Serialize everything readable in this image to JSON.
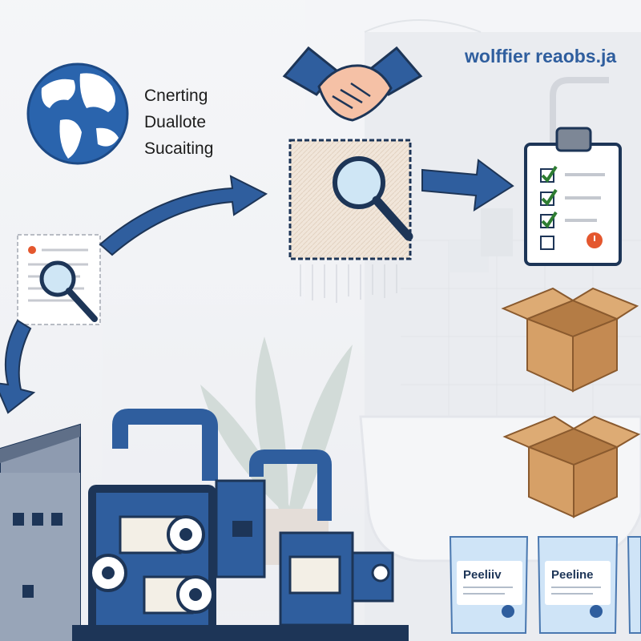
{
  "header": {
    "brand_text": "wolffier reaobs.ja"
  },
  "globe_caption": {
    "lines": [
      "Cnerting",
      "Duallote",
      "Sucaiting"
    ]
  },
  "packs": [
    {
      "label": "Peeliiv"
    },
    {
      "label": "Peeline"
    },
    {
      "label": ""
    }
  ],
  "colors": {
    "accent_blue": "#2f5e9e",
    "navy": "#1d3557",
    "check_green": "#2e7d32",
    "alert_red": "#e4572e",
    "box_brown": "#c9925a",
    "fabric": "#efe3d6"
  },
  "icons": [
    "globe-icon",
    "handshake-icon",
    "magnifier-icon",
    "clipboard-checklist-icon",
    "box-icon",
    "factory-icon",
    "roll-machine-icon",
    "wipes-pack-icon"
  ]
}
